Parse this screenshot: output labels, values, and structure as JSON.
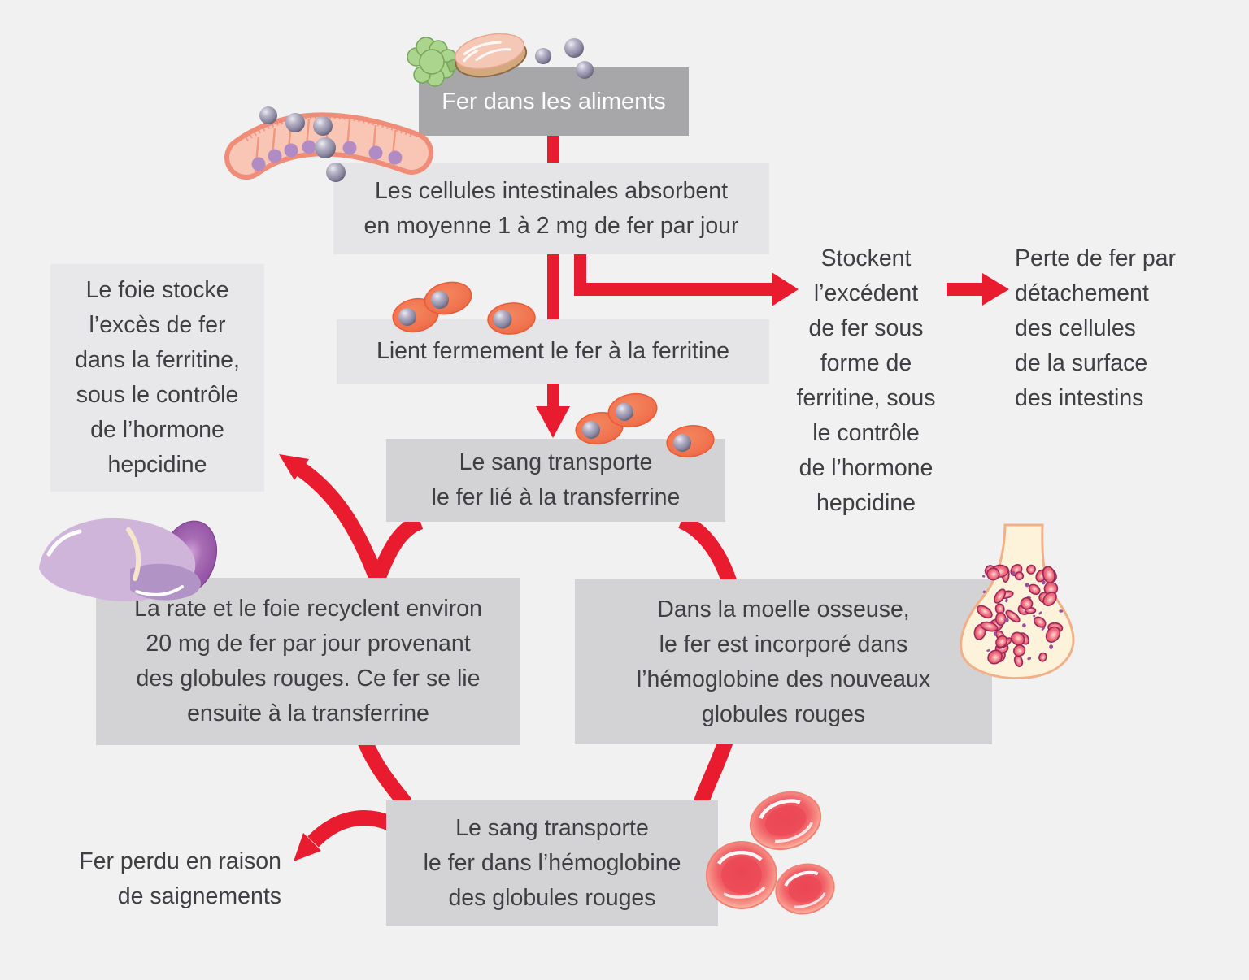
{
  "title_box": {
    "label": "Fer dans les aliments"
  },
  "boxes": {
    "intestinal": {
      "label": "Les cellules intestinales absorbent\nen moyenne 1 à 2 mg de fer par jour"
    },
    "ferritine": {
      "label": "Lient fermement le fer à la ferritine"
    },
    "foie": {
      "label": "Le foie stocke\nl’excès de fer\ndans la ferritine,\nsous le contrôle\nde l’hormone\nhepcidine"
    },
    "sang_transferrine": {
      "label": "Le sang transporte\nle fer lié à la transferrine"
    },
    "rate": {
      "label": "La rate et le foie recyclent environ\n20 mg de fer par jour provenant\ndes globules rouges. Ce fer se lie\nensuite à la transferrine"
    },
    "moelle": {
      "label": "Dans la moelle osseuse,\nle fer est incorporé dans\nl’hémoglobine des nouveaux\nglobules rouges"
    },
    "sang_hemoglobine": {
      "label": "Le sang transporte\nle fer dans l’hémoglobine\ndes globules rouges"
    }
  },
  "annotations": {
    "stockent": {
      "label": "Stockent\nl’excédent\nde fer sous\nforme de\nferritine, sous\nle contrôle\nde l’hormone\nhepcidine"
    },
    "perte": {
      "label": "Perte de fer par\ndétachement\ndes cellules\nde la surface\ndes intestins"
    },
    "fer_perdu": {
      "label": "Fer perdu en raison\nde saignements"
    }
  },
  "illustrations": {
    "food": "broccoli-and-meat-icon",
    "iron": "iron-particles-icon",
    "intestine": "intestinal-cells-icon",
    "transferrin": "transferrin-iron-icon",
    "liver": "liver-and-spleen-icon",
    "bone": "bone-marrow-icon",
    "rbc": "red-blood-cells-icon"
  },
  "colors": {
    "background": "#f2f1f2",
    "box_dark": "#a7a6a9",
    "box_light": "#e5e4e6",
    "box_mid": "#d3d2d5",
    "arrow_red": "#e81c2e",
    "text": "#3f3e41",
    "transferrin_orange": "#f0734f",
    "iron_purple": "#8a86a0"
  }
}
